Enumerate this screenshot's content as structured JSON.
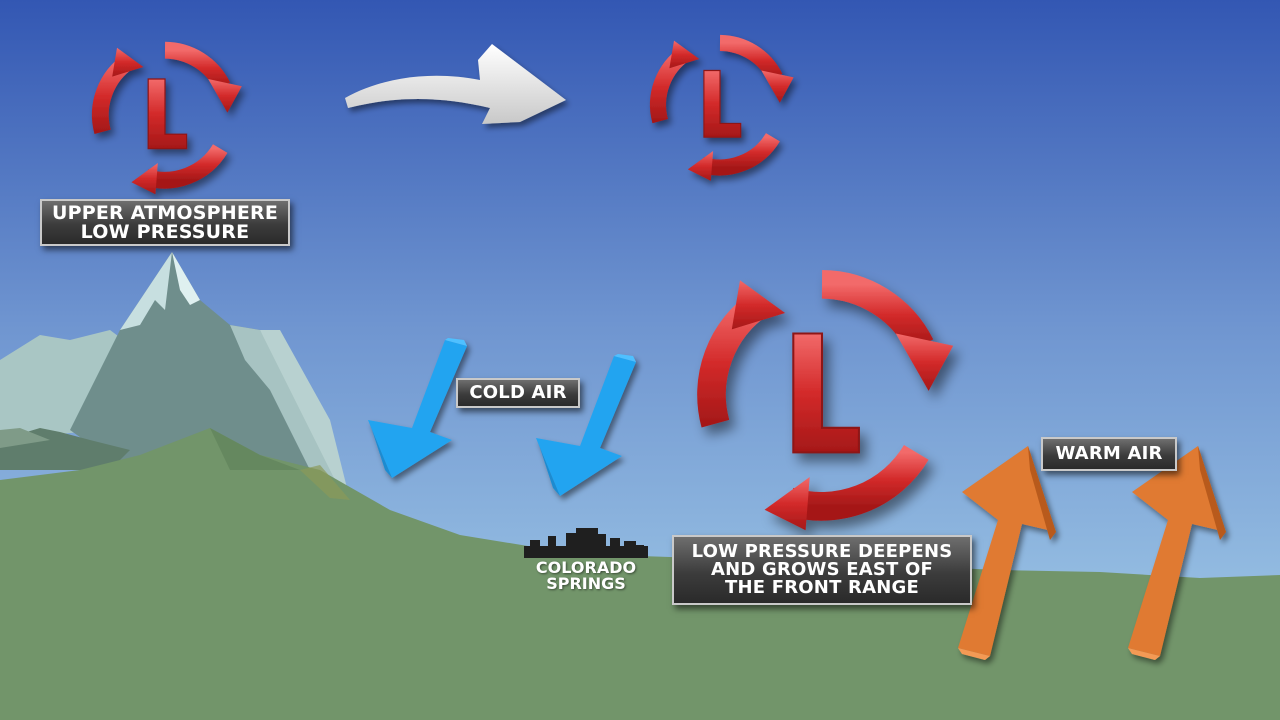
{
  "labels": {
    "upper_low": [
      "UPPER ATMOSPHERE",
      "LOW PRESSURE"
    ],
    "cold_air": "COLD AIR",
    "warm_air": "WARM AIR",
    "deepens": [
      "LOW PRESSURE DEEPENS",
      "AND GROWS EAST OF",
      "THE FRONT RANGE"
    ],
    "city": [
      "COLORADO",
      "SPRINGS"
    ]
  },
  "symbols": {
    "low_letter": "L"
  },
  "icons": {
    "low_pressure": "circular-arrows-low-icon",
    "movement": "curved-arrow-icon",
    "cold": "down-arrow-icon",
    "warm": "up-arrow-icon",
    "city": "city-skyline-icon"
  },
  "colors": {
    "sky_top": "#3456b4",
    "sky_bottom": "#9cc8e6",
    "ground": "#72956a",
    "low_red": "#d42a2a",
    "cold_blue": "#22a4f0",
    "warm_orange": "#e07a30"
  }
}
